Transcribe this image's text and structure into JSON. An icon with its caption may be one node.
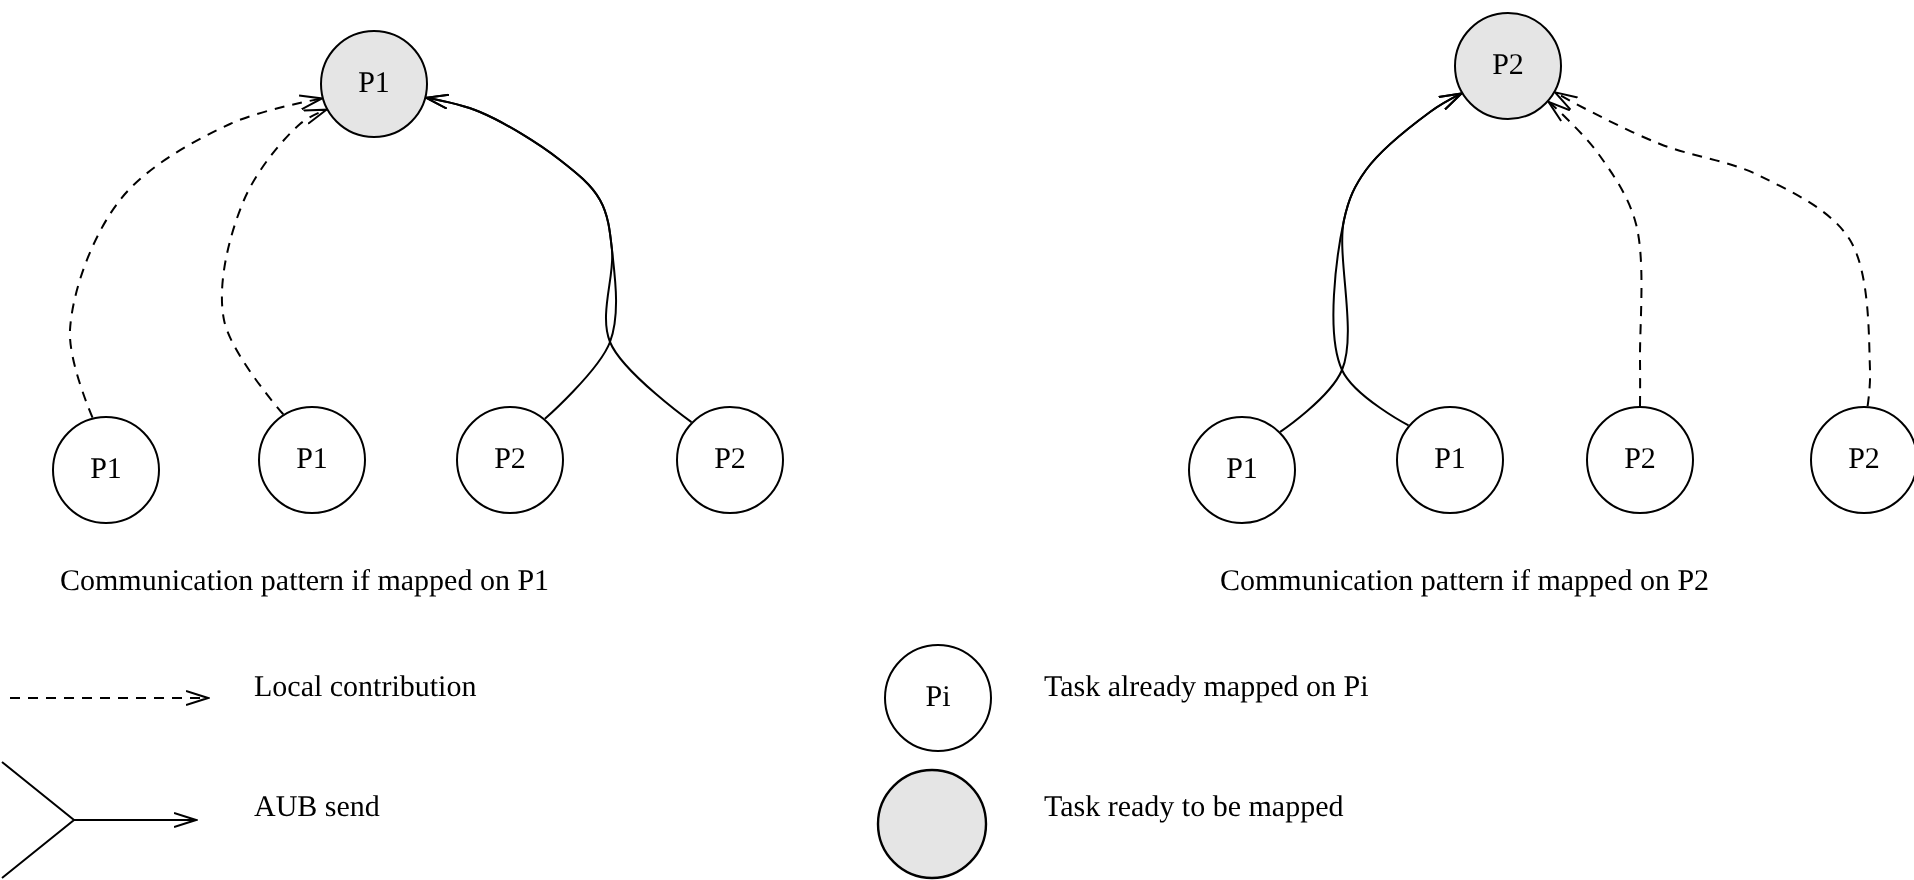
{
  "diagram": {
    "nodes": [
      {
        "text": [
          "P1"
        ]
      },
      {
        "text": [
          "P1"
        ]
      },
      {
        "text": [
          "P1"
        ]
      },
      {
        "text": [
          "P2"
        ]
      },
      {
        "text": [
          "P2"
        ]
      },
      {
        "text": [
          "P2"
        ]
      },
      {
        "text": [
          "P1"
        ]
      },
      {
        "text": [
          "P1"
        ]
      },
      {
        "text": [
          "P2"
        ]
      },
      {
        "text": [
          "P2"
        ]
      },
      {
        "text": [
          "Pi"
        ]
      }
    ],
    "edges": [
      {
        "from": 1,
        "to": 0,
        "arrow": "to",
        "style": "dashed"
      },
      {
        "from": 2,
        "to": 0,
        "arrow": "to",
        "style": "dashed"
      },
      {
        "from": 3,
        "to": 0,
        "arrow": "to"
      },
      {
        "from": 4,
        "to": 0,
        "arrow": "to"
      },
      {
        "from": 6,
        "to": 5,
        "arrow": "to"
      },
      {
        "from": 7,
        "to": 5,
        "arrow": "to"
      },
      {
        "from": 8,
        "to": 5,
        "arrow": "to",
        "style": "dashed"
      },
      {
        "from": 9,
        "to": 5,
        "arrow": "to",
        "style": "dashed"
      }
    ],
    "labels": [
      "Communication pattern if mapped on P1",
      "Communication pattern if mapped on P2"
    ],
    "legend": [
      {
        "text": "Local contribution"
      },
      {
        "text": "Task already mapped on Pi"
      },
      {
        "text": "AUB send"
      },
      {
        "text": "Task ready to be mapped",
        "color": "#e5e5e5"
      }
    ]
  }
}
